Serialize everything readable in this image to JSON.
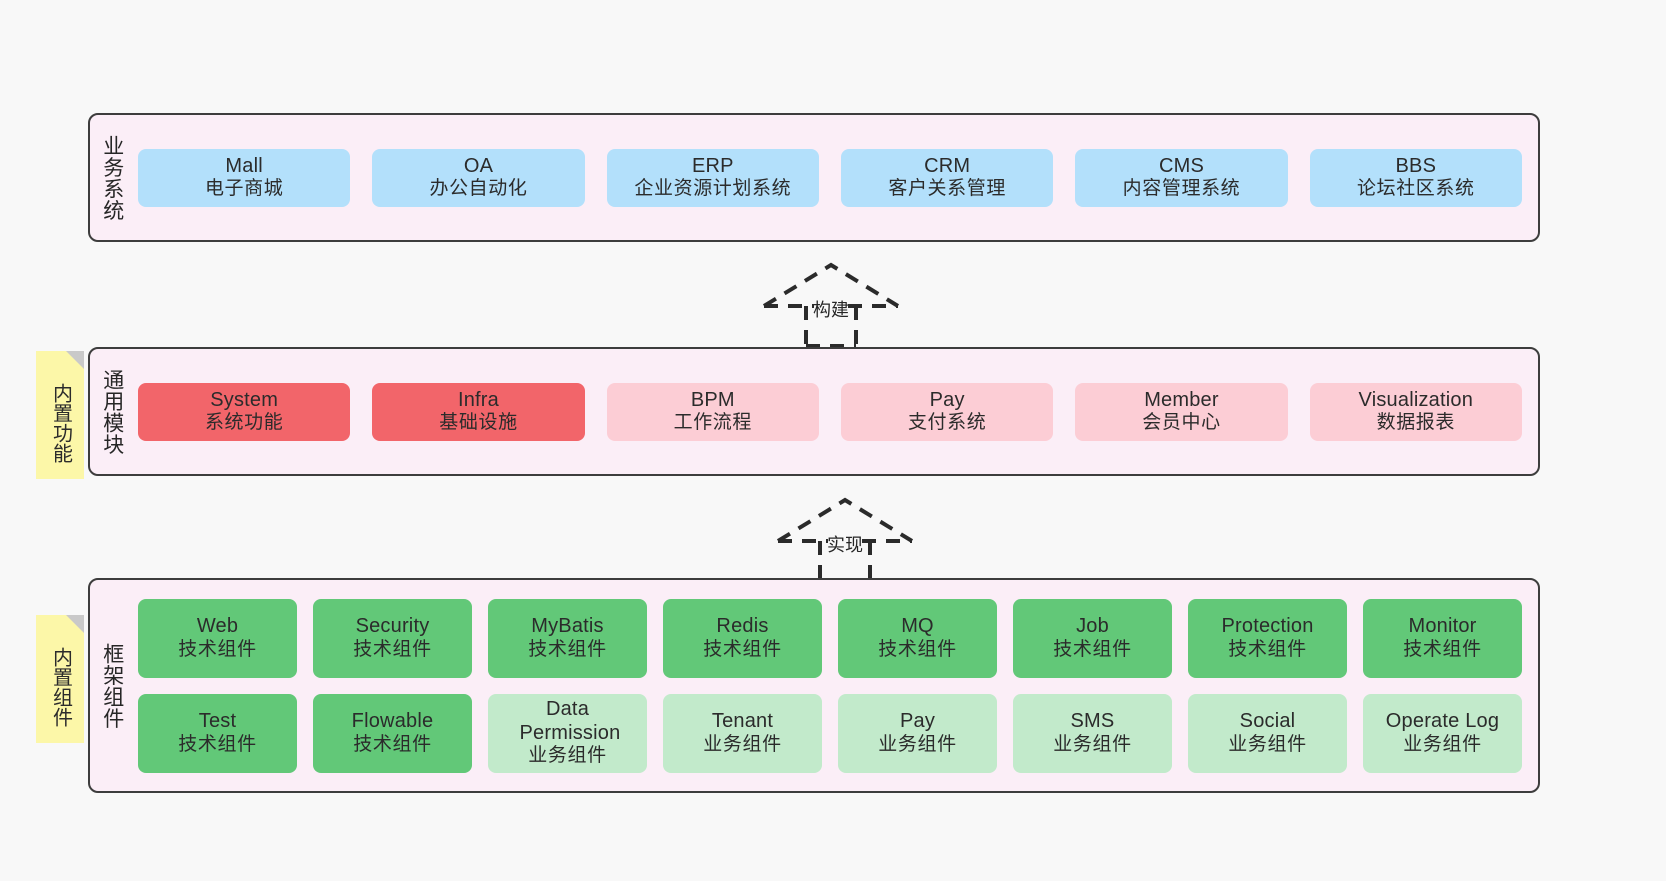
{
  "diagram": {
    "title_note_business": "内置功能",
    "title_note_framework": "内置组件",
    "layers": [
      {
        "id": "business",
        "title": "业务系统",
        "rows": [
          [
            {
              "en": "Mall",
              "cn": "电子商城",
              "color": "blue"
            },
            {
              "en": "OA",
              "cn": "办公自动化",
              "color": "blue"
            },
            {
              "en": "ERP",
              "cn": "企业资源计划系统",
              "color": "blue"
            },
            {
              "en": "CRM",
              "cn": "客户关系管理",
              "color": "blue"
            },
            {
              "en": "CMS",
              "cn": "内容管理系统",
              "color": "blue"
            },
            {
              "en": "BBS",
              "cn": "论坛社区系统",
              "color": "blue"
            }
          ]
        ]
      },
      {
        "id": "common",
        "title": "通用模块",
        "rows": [
          [
            {
              "en": "System",
              "cn": "系统功能",
              "color": "red"
            },
            {
              "en": "Infra",
              "cn": "基础设施",
              "color": "red"
            },
            {
              "en": "BPM",
              "cn": "工作流程",
              "color": "pink"
            },
            {
              "en": "Pay",
              "cn": "支付系统",
              "color": "pink"
            },
            {
              "en": "Member",
              "cn": "会员中心",
              "color": "pink"
            },
            {
              "en": "Visualization",
              "cn": "数据报表",
              "color": "pink"
            }
          ]
        ]
      },
      {
        "id": "framework",
        "title": "框架组件",
        "rows": [
          [
            {
              "en": "Web",
              "cn": "技术组件",
              "color": "green"
            },
            {
              "en": "Security",
              "cn": "技术组件",
              "color": "green"
            },
            {
              "en": "MyBatis",
              "cn": "技术组件",
              "color": "green"
            },
            {
              "en": "Redis",
              "cn": "技术组件",
              "color": "green"
            },
            {
              "en": "MQ",
              "cn": "技术组件",
              "color": "green"
            },
            {
              "en": "Job",
              "cn": "技术组件",
              "color": "green"
            },
            {
              "en": "Protection",
              "cn": "技术组件",
              "color": "green"
            },
            {
              "en": "Monitor",
              "cn": "技术组件",
              "color": "green"
            }
          ],
          [
            {
              "en": "Test",
              "cn": "技术组件",
              "color": "green"
            },
            {
              "en": "Flowable",
              "cn": "技术组件",
              "color": "green"
            },
            {
              "en": "Data Permission",
              "cn": "业务组件",
              "color": "lightgreen"
            },
            {
              "en": "Tenant",
              "cn": "业务组件",
              "color": "lightgreen"
            },
            {
              "en": "Pay",
              "cn": "业务组件",
              "color": "lightgreen"
            },
            {
              "en": "SMS",
              "cn": "业务组件",
              "color": "lightgreen"
            },
            {
              "en": "Social",
              "cn": "业务组件",
              "color": "lightgreen"
            },
            {
              "en": "Operate Log",
              "cn": "业务组件",
              "color": "lightgreen"
            }
          ]
        ]
      }
    ],
    "connectors": [
      {
        "id": "build",
        "label": "构建"
      },
      {
        "id": "implement",
        "label": "实现"
      }
    ],
    "colors": {
      "band_bg": "#fbeef7",
      "band_border": "#3d3d3d",
      "blue": "#b3e0fb",
      "red": "#f2656a",
      "pink": "#fccdd5",
      "green": "#62c878",
      "lightgreen": "#c2eacb",
      "sticky": "#fcf7a8",
      "sticky_fold": "#c9c9c9",
      "canvas": "#f8f8f8"
    }
  }
}
